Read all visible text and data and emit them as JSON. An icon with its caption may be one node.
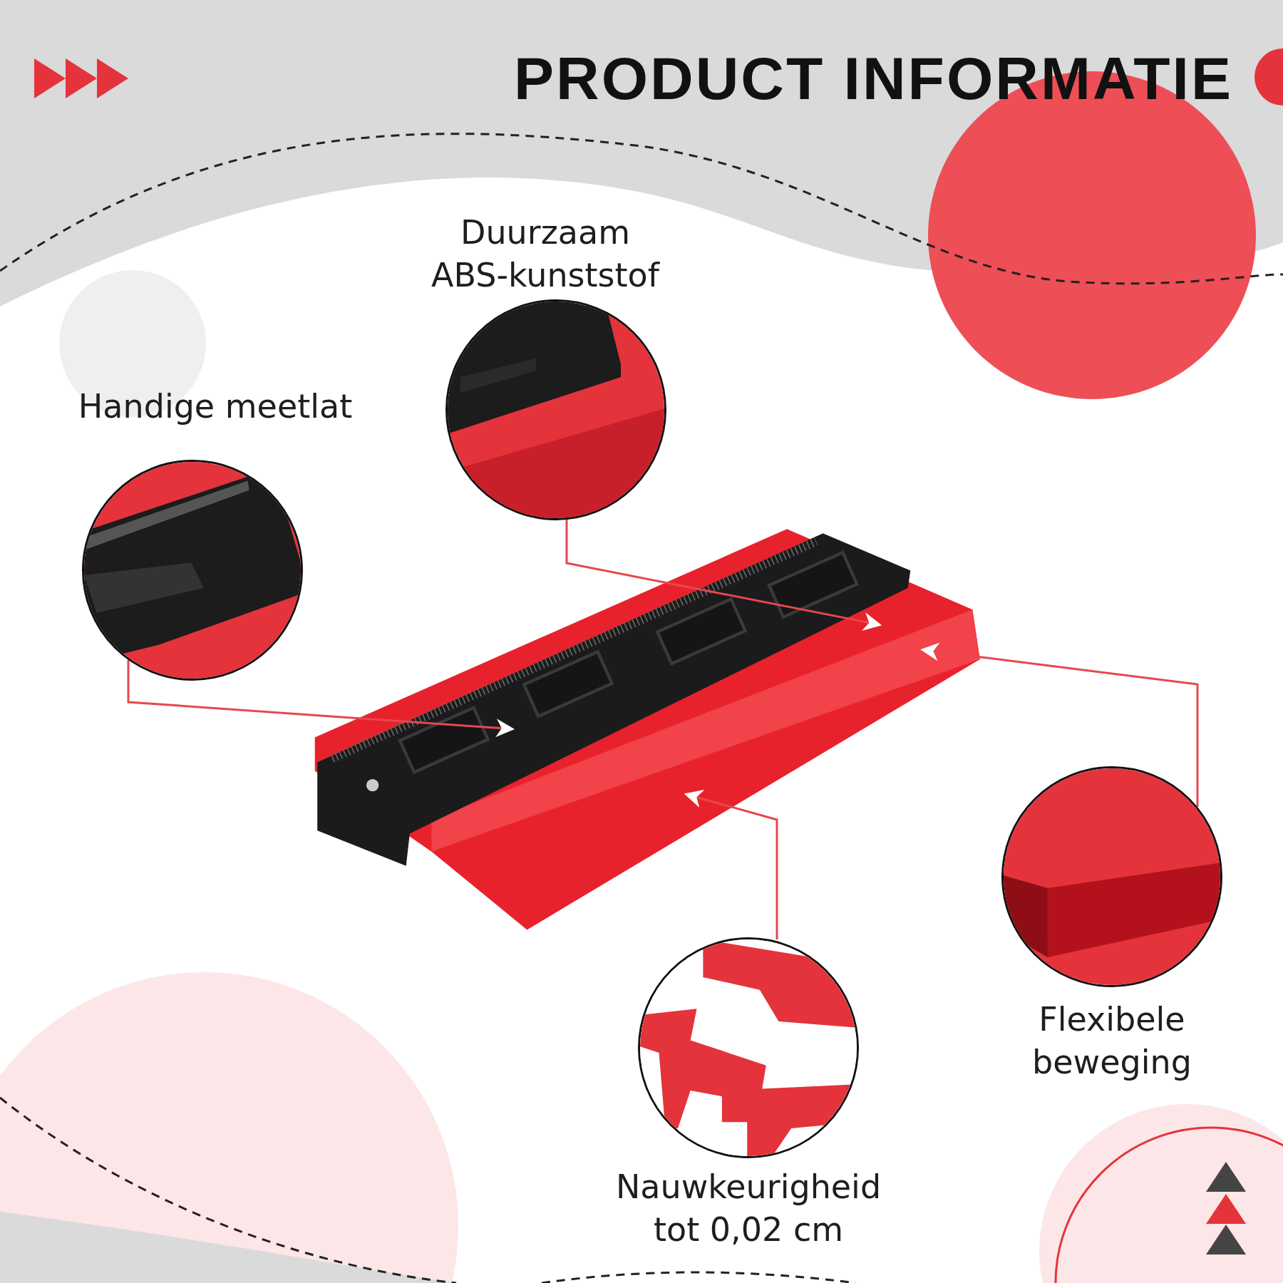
{
  "diagram": {
    "title": "PRODUCT INFORMATIE",
    "nodes": [
      {
        "text": [],
        "shape": "picture"
      },
      {
        "text": [
          "Duurzaam ABS-kunststof"
        ]
      },
      {
        "text": [
          "Handige meetlat"
        ]
      },
      {
        "text": [
          "Flexibele beweging"
        ]
      },
      {
        "text": [
          "Nauwkeurigheid tot 0,02 cm"
        ]
      }
    ],
    "edges": [
      {
        "from": 1,
        "to": 0,
        "arrow": "to"
      },
      {
        "from": 2,
        "to": 0,
        "arrow": "to"
      },
      {
        "from": 3,
        "to": 0,
        "arrow": "to"
      },
      {
        "from": 4,
        "to": 0,
        "arrow": "to"
      }
    ]
  }
}
